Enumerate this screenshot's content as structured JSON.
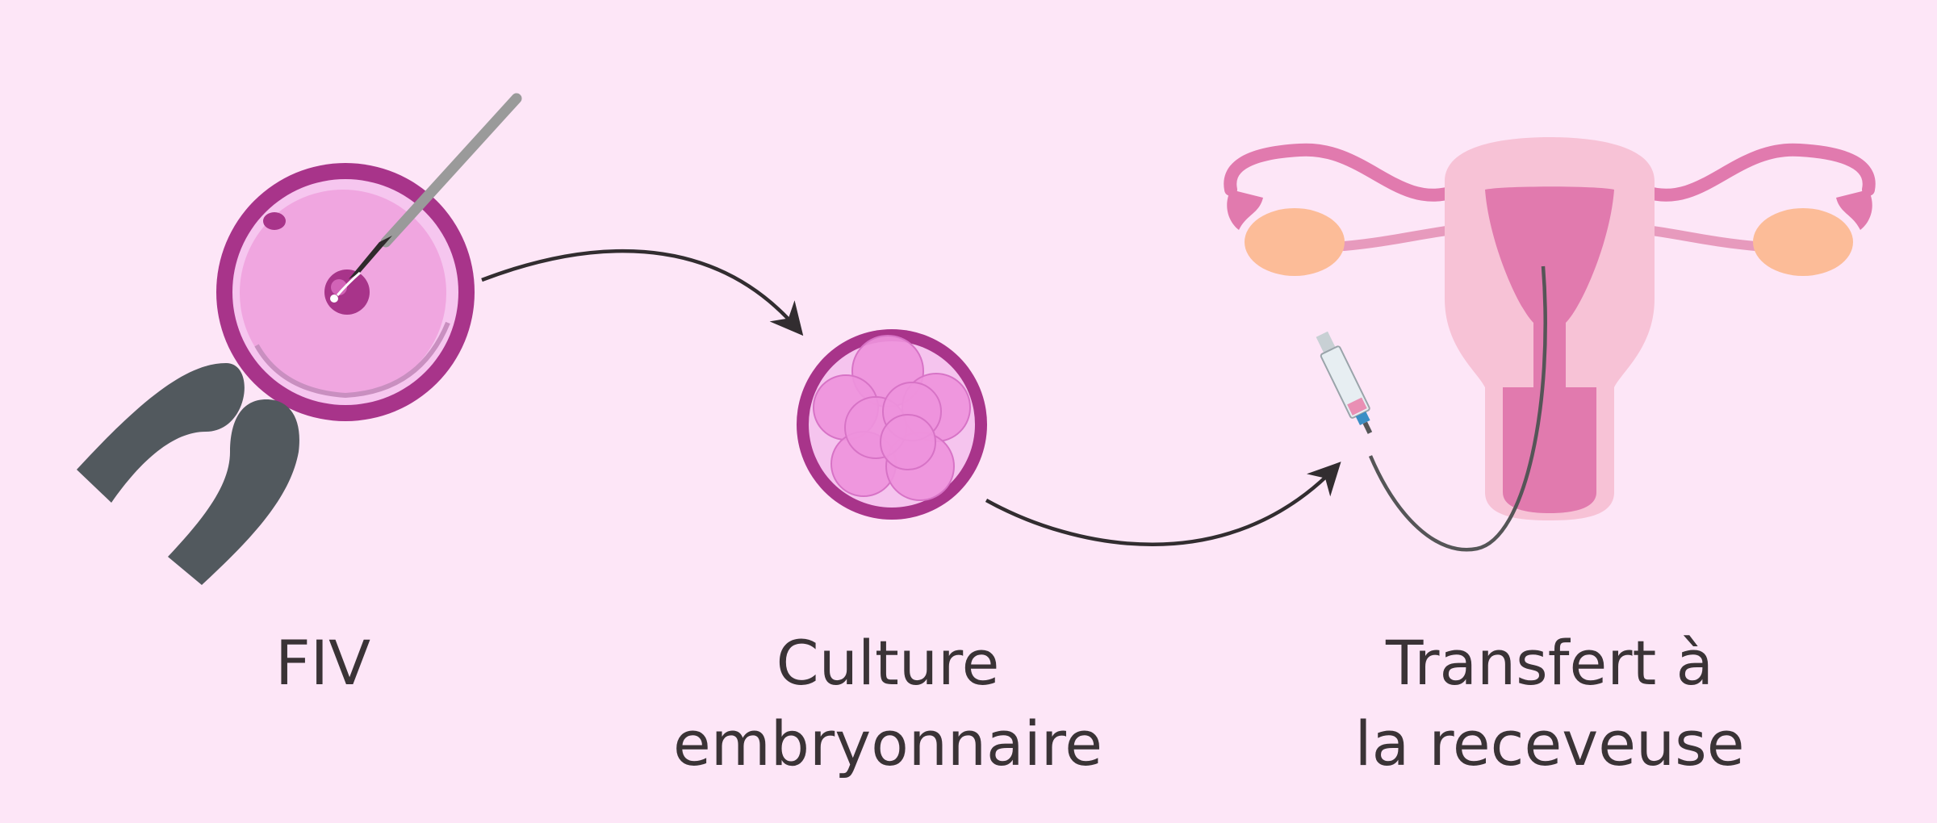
{
  "steps": [
    {
      "id": "fiv",
      "lines": [
        "FIV"
      ]
    },
    {
      "id": "culture",
      "lines": [
        "Culture",
        "embryonnaire"
      ]
    },
    {
      "id": "transfer",
      "lines": [
        "Transfert à",
        "la receveuse"
      ]
    }
  ],
  "colors": {
    "background": "#fde6f7",
    "magenta": "#a8348a",
    "oocyte_pink": "#f0a6e0",
    "cell_pink": "#ee92dc",
    "tool_grey": "#52595e",
    "uterus_pink": "#e17aae",
    "uterus_light": "#f7c2d6",
    "ovary_peach": "#fcbc98",
    "text": "#3a3336"
  }
}
